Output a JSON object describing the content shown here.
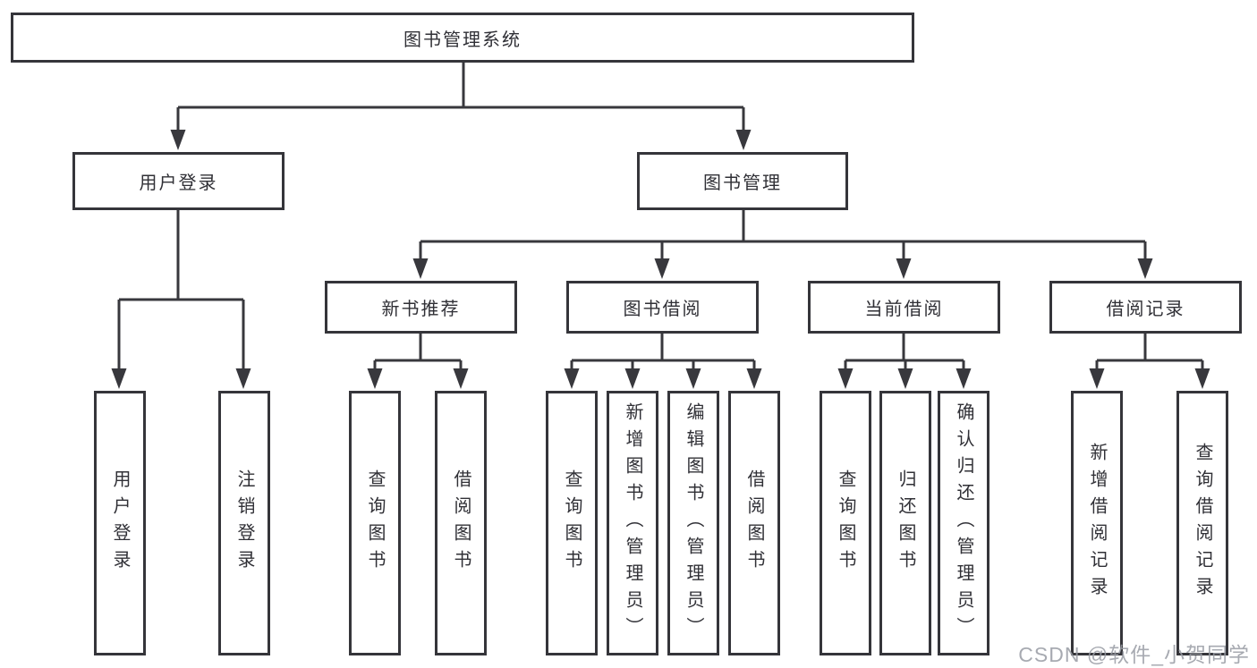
{
  "diagram_title": "图书管理系统",
  "colors": {
    "line": "#38383d",
    "box_border": "#35353a",
    "text": "#303036",
    "background": "#ffffff",
    "watermark": "#989ba3"
  },
  "tree": {
    "root": {
      "label": "图书管理系统",
      "children": [
        {
          "label": "用户登录",
          "children": [
            {
              "label": "用户登录"
            },
            {
              "label": "注销登录"
            }
          ]
        },
        {
          "label": "图书管理",
          "children": [
            {
              "label": "新书推荐",
              "children": [
                {
                  "label": "查询图书"
                },
                {
                  "label": "借阅图书"
                }
              ]
            },
            {
              "label": "图书借阅",
              "children": [
                {
                  "label": "查询图书"
                },
                {
                  "label": "新增图书（管理员）"
                },
                {
                  "label": "编辑图书（管理员）"
                },
                {
                  "label": "借阅图书"
                }
              ]
            },
            {
              "label": "当前借阅",
              "children": [
                {
                  "label": "查询图书"
                },
                {
                  "label": "归还图书"
                },
                {
                  "label": "确认归还（管理员）"
                }
              ]
            },
            {
              "label": "借阅记录",
              "children": [
                {
                  "label": "新增借阅记录"
                },
                {
                  "label": "查询借阅记录"
                }
              ]
            }
          ]
        }
      ]
    }
  },
  "watermark": {
    "text": "CSDN @软件_小贺同学"
  }
}
